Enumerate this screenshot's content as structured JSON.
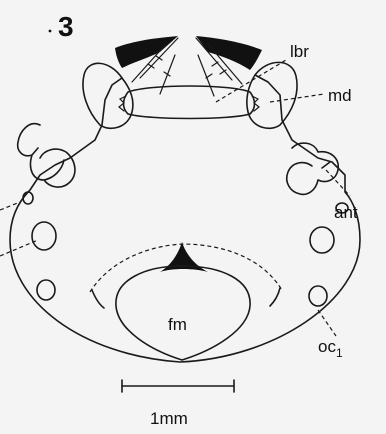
{
  "figure_number": "3",
  "labels": {
    "lbr": "lbr",
    "md": "md",
    "ant": "ant",
    "fm": "fm",
    "oc": "oc",
    "oc_subscript": "1"
  },
  "scale_bar": {
    "text": "1mm"
  }
}
